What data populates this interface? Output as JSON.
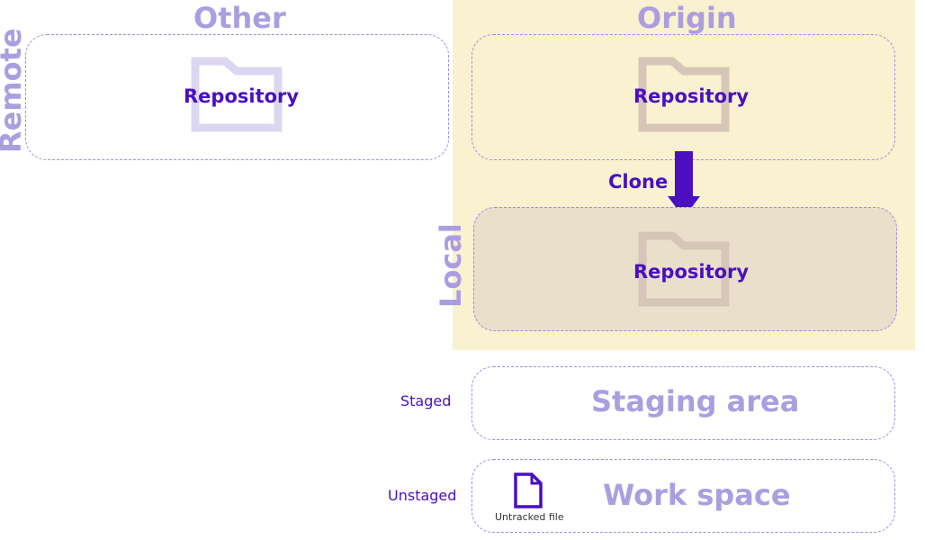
{
  "sections": {
    "remote_label": "Remote",
    "local_label": "Local",
    "other_title": "Other",
    "origin_title": "Origin"
  },
  "repositories": {
    "other": "Repository",
    "origin": "Repository",
    "local": "Repository"
  },
  "clone_label": "Clone",
  "areas": {
    "staging": "Staging area",
    "work": "Work space"
  },
  "states": {
    "staged": "Staged",
    "unstaged": "Unstaged"
  },
  "file": {
    "caption": "Untracked file",
    "icon": "file-icon"
  },
  "icons": {
    "repository": "folder-icon",
    "clone_arrow": "arrow-down-icon"
  },
  "colors": {
    "origin_background": "#f9f1cf",
    "local_box_fill": "#e9dfcb",
    "title_lavender": "#ab9ee0",
    "accent_purple": "#4a0fbf",
    "dashed_border": "#9d8ee0",
    "folder_light": "#dcd6f3",
    "folder_muted": "#d6c6b8"
  }
}
